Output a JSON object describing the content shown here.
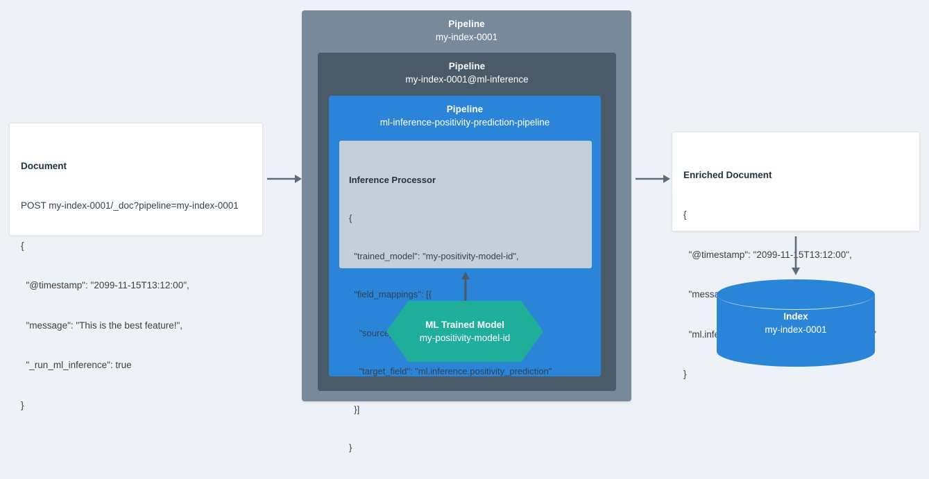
{
  "diagram": {
    "background_color": "#eef1f5",
    "accent_blue": "#2a85d8",
    "slate_outer": "#78899b",
    "slate_mid": "#4a5a69",
    "processor_bg": "#c4cfda",
    "model_green": "#1fae99",
    "arrow_color": "#5c6c7e"
  },
  "document": {
    "title": "Document",
    "lines": [
      "POST my-index-0001/_doc?pipeline=my-index-0001",
      "{",
      "  \"@timestamp\": \"2099-11-15T13:12:00\",",
      "  \"message\": \"This is the best feature!\",",
      "  \"_run_ml_inference\": true",
      "}"
    ]
  },
  "pipelines": {
    "outer": {
      "label": "Pipeline",
      "name": "my-index-0001"
    },
    "middle": {
      "label": "Pipeline",
      "name": "my-index-0001@ml-inference"
    },
    "inner": {
      "label": "Pipeline",
      "name": "ml-inference-positivity-prediction-pipeline"
    }
  },
  "processor": {
    "title": "Inference Processor",
    "lines": [
      "{",
      "  \"trained_model\": \"my-positivity-model-id\",",
      "  \"field_mappings\": [{",
      "    \"source_field\": \"message\",",
      "    \"target_field\": \"ml.inference.positivity_prediction\"",
      "  }]",
      "}"
    ]
  },
  "model": {
    "title": "ML Trained Model",
    "name": "my-positivity-model-id"
  },
  "enriched_document": {
    "title": "Enriched Document",
    "lines": [
      "{",
      "  \"@timestamp\": \"2099-11-15T13:12:00\",",
      "  \"message\": \"This is the best feature!\",",
      "  \"ml.inference.positivity_prediction\": \"0.91644\"",
      "}"
    ]
  },
  "index": {
    "title": "Index",
    "name": "my-index-0001"
  },
  "arrows": {
    "document_to_pipeline": "arrow-right",
    "pipeline_to_enriched": "arrow-right",
    "model_to_processor": "arrow-up",
    "enriched_to_index": "arrow-down"
  }
}
